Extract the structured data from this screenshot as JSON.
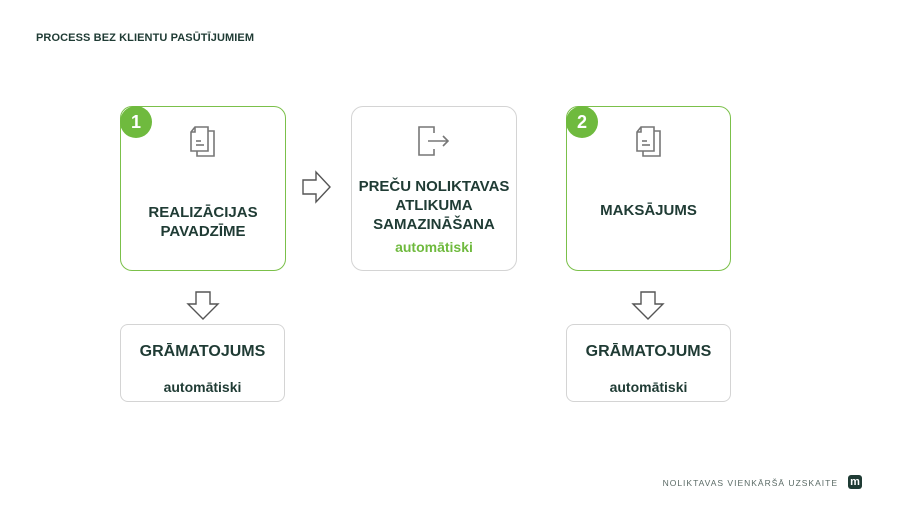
{
  "header": {
    "title": "PROCESS BEZ KLIENTU PASŪTĪJUMIEM"
  },
  "steps": [
    {
      "badge": "1",
      "icon": "documents-icon",
      "title_line1": "REALIZĀCIJAS",
      "title_line2": "PAVADZĪME"
    },
    {
      "icon": "exit-arrow-icon",
      "title_line1": "PREČU NOLIKTAVAS",
      "title_line2": "ATLIKUMA",
      "title_line3": "SAMAZINĀŠANA",
      "subtitle": "automātiski"
    },
    {
      "badge": "2",
      "icon": "documents-icon",
      "title_line1": "MAKSĀJUMS"
    }
  ],
  "postings": [
    {
      "title": "GRĀMATOJUMS",
      "subtitle": "automātiski"
    },
    {
      "title": "GRĀMATOJUMS",
      "subtitle": "automātiski"
    }
  ],
  "footer": {
    "brand": "NOLIKTAVAS VIENKĀRŠĀ UZSKAITE",
    "logo_letter": "m"
  },
  "colors": {
    "accent_green": "#6fba3e",
    "border_green": "#7bc04a",
    "text_dark": "#1f3b34",
    "border_grey": "#d4d4d4",
    "icon_grey": "#777777"
  }
}
